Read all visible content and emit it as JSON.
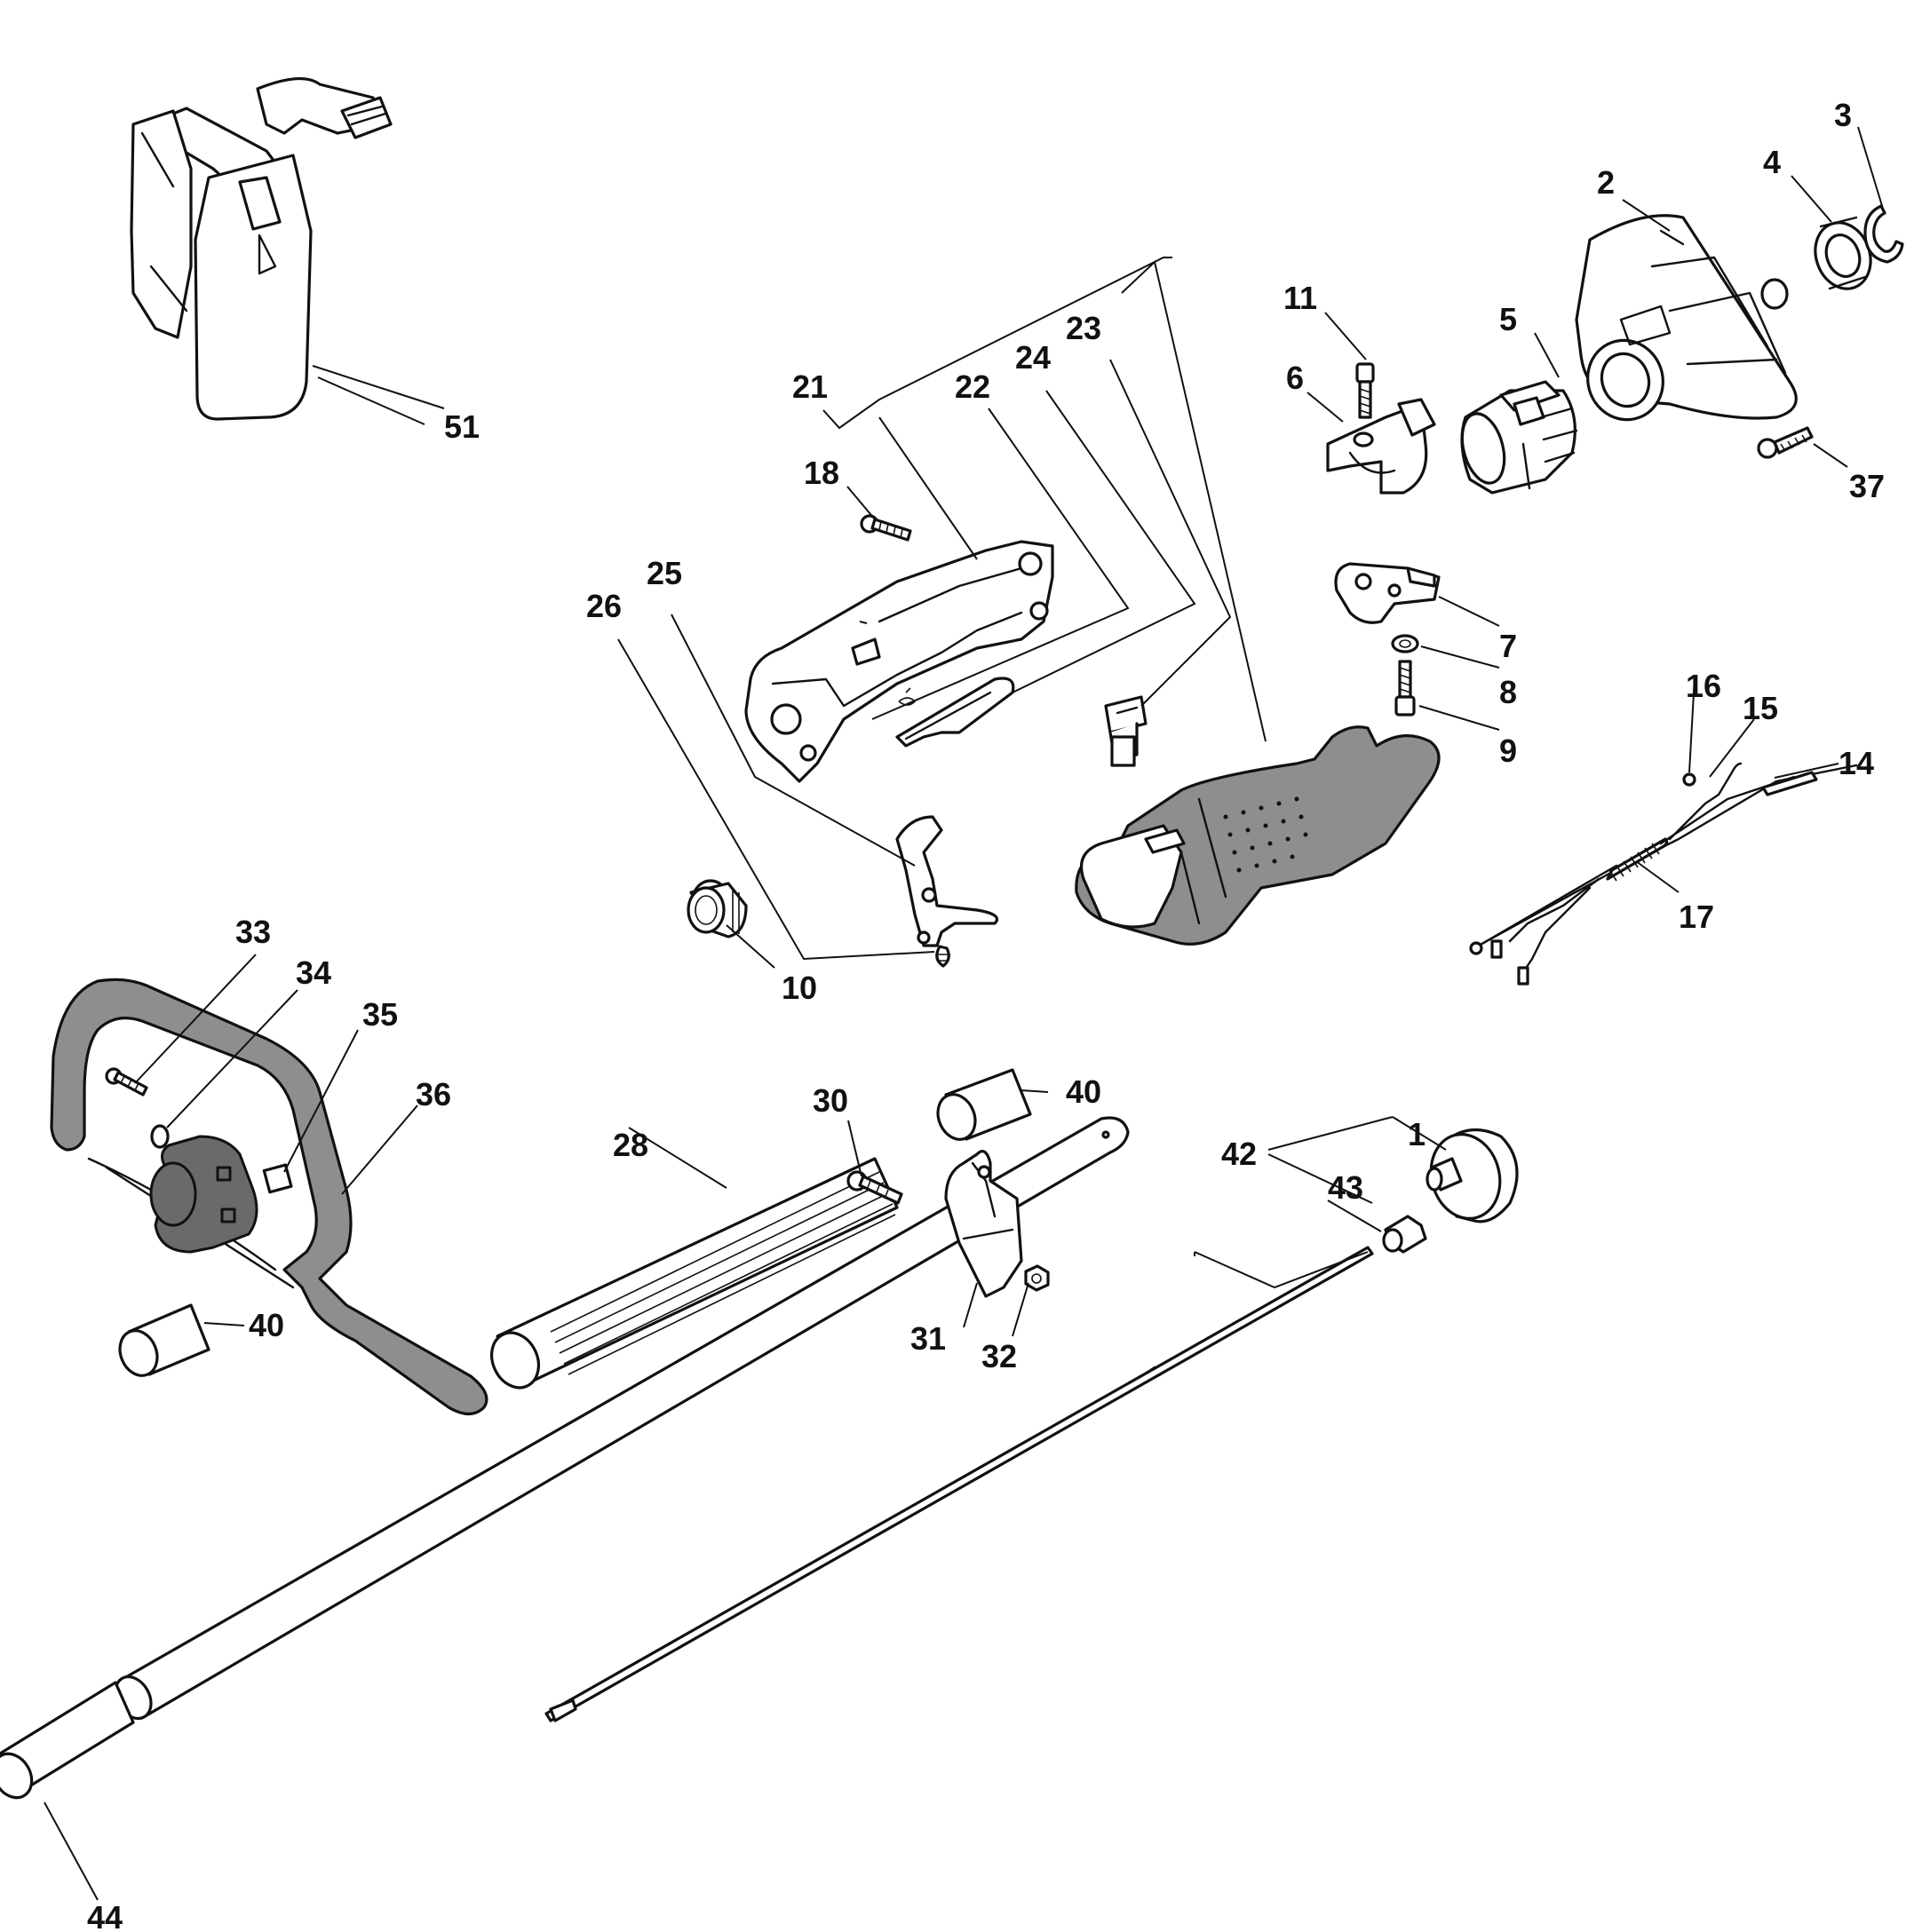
{
  "diagram": {
    "callouts": [
      {
        "id": "c1",
        "number": "1"
      },
      {
        "id": "c2",
        "number": "2"
      },
      {
        "id": "c3",
        "number": "3"
      },
      {
        "id": "c4",
        "number": "4"
      },
      {
        "id": "c5",
        "number": "5"
      },
      {
        "id": "c6",
        "number": "6"
      },
      {
        "id": "c7",
        "number": "7"
      },
      {
        "id": "c8",
        "number": "8"
      },
      {
        "id": "c9",
        "number": "9"
      },
      {
        "id": "c10",
        "number": "10"
      },
      {
        "id": "c11",
        "number": "11"
      },
      {
        "id": "c14",
        "number": "14"
      },
      {
        "id": "c15",
        "number": "15"
      },
      {
        "id": "c16",
        "number": "16"
      },
      {
        "id": "c17",
        "number": "17"
      },
      {
        "id": "c18",
        "number": "18"
      },
      {
        "id": "c21",
        "number": "21"
      },
      {
        "id": "c22",
        "number": "22"
      },
      {
        "id": "c23",
        "number": "23"
      },
      {
        "id": "c24",
        "number": "24"
      },
      {
        "id": "c25",
        "number": "25"
      },
      {
        "id": "c26",
        "number": "26"
      },
      {
        "id": "c28",
        "number": "28"
      },
      {
        "id": "c30",
        "number": "30"
      },
      {
        "id": "c31",
        "number": "31"
      },
      {
        "id": "c32",
        "number": "32"
      },
      {
        "id": "c33",
        "number": "33"
      },
      {
        "id": "c34",
        "number": "34"
      },
      {
        "id": "c35",
        "number": "35"
      },
      {
        "id": "c36",
        "number": "36"
      },
      {
        "id": "c37",
        "number": "37"
      },
      {
        "id": "c40a",
        "number": "40"
      },
      {
        "id": "c40b",
        "number": "40"
      },
      {
        "id": "c42",
        "number": "42"
      },
      {
        "id": "c43",
        "number": "43"
      },
      {
        "id": "c44",
        "number": "44"
      },
      {
        "id": "c51",
        "number": "51"
      }
    ]
  }
}
